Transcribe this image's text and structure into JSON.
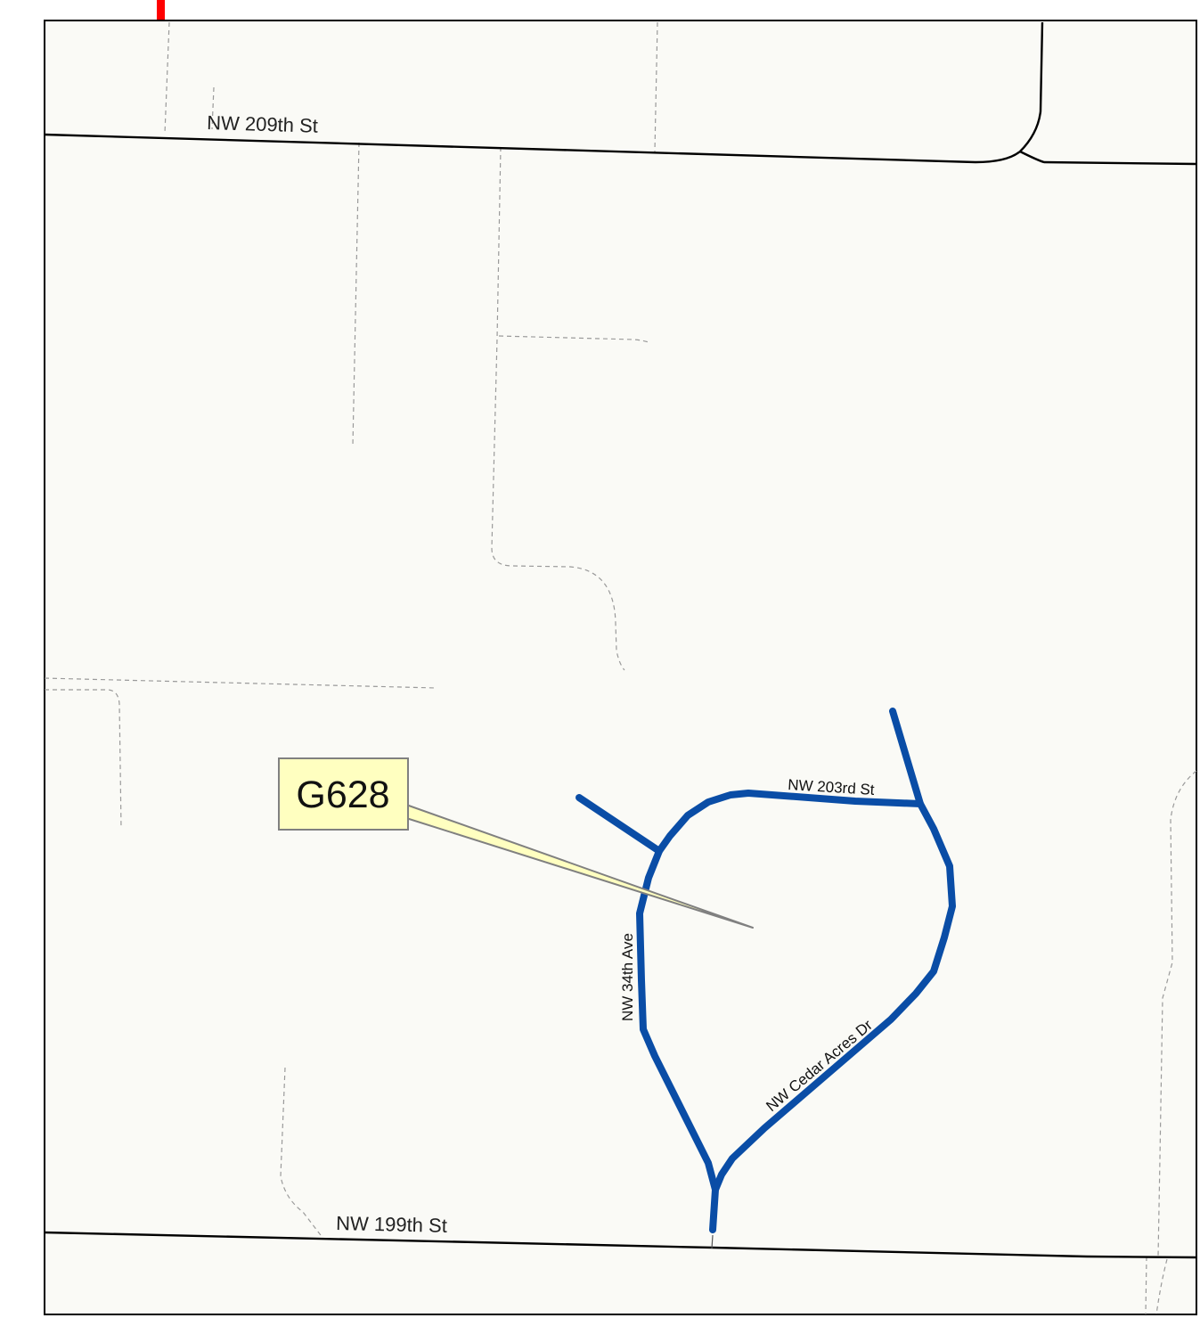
{
  "map": {
    "colors": {
      "background": "#fafaf6",
      "frame": "#000000",
      "highlight_route": "#0a4da6",
      "callout_fill": "#ffffc0",
      "callout_border": "#808080",
      "trail": "#9a9a9a",
      "corner_marker": "#ff0000"
    },
    "roads": {
      "nw_209th_st": "NW 209th St",
      "nw_199th_st": "NW 199th St",
      "nw_203rd_st": "NW 203rd St",
      "nw_34th_ave": "NW 34th Ave",
      "nw_cedar_acres_dr": "NW Cedar Acres Dr"
    },
    "callout": {
      "label": "G628"
    }
  }
}
